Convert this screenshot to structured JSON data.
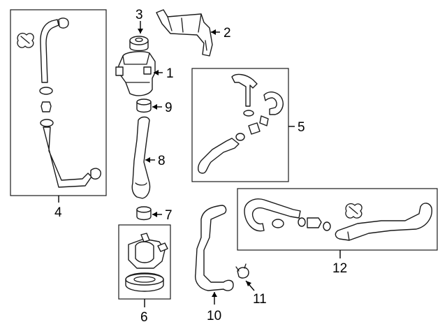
{
  "callouts": [
    {
      "id": "1",
      "label": "1"
    },
    {
      "id": "2",
      "label": "2"
    },
    {
      "id": "3",
      "label": "3"
    },
    {
      "id": "4",
      "label": "4"
    },
    {
      "id": "5",
      "label": "5"
    },
    {
      "id": "6",
      "label": "6"
    },
    {
      "id": "7",
      "label": "7"
    },
    {
      "id": "8",
      "label": "8"
    },
    {
      "id": "9",
      "label": "9"
    },
    {
      "id": "10",
      "label": "10"
    },
    {
      "id": "11",
      "label": "11"
    },
    {
      "id": "12",
      "label": "12"
    }
  ],
  "colors": {
    "stroke": "#1a1a1a",
    "background": "#ffffff",
    "shade": "#d8d8d8"
  }
}
